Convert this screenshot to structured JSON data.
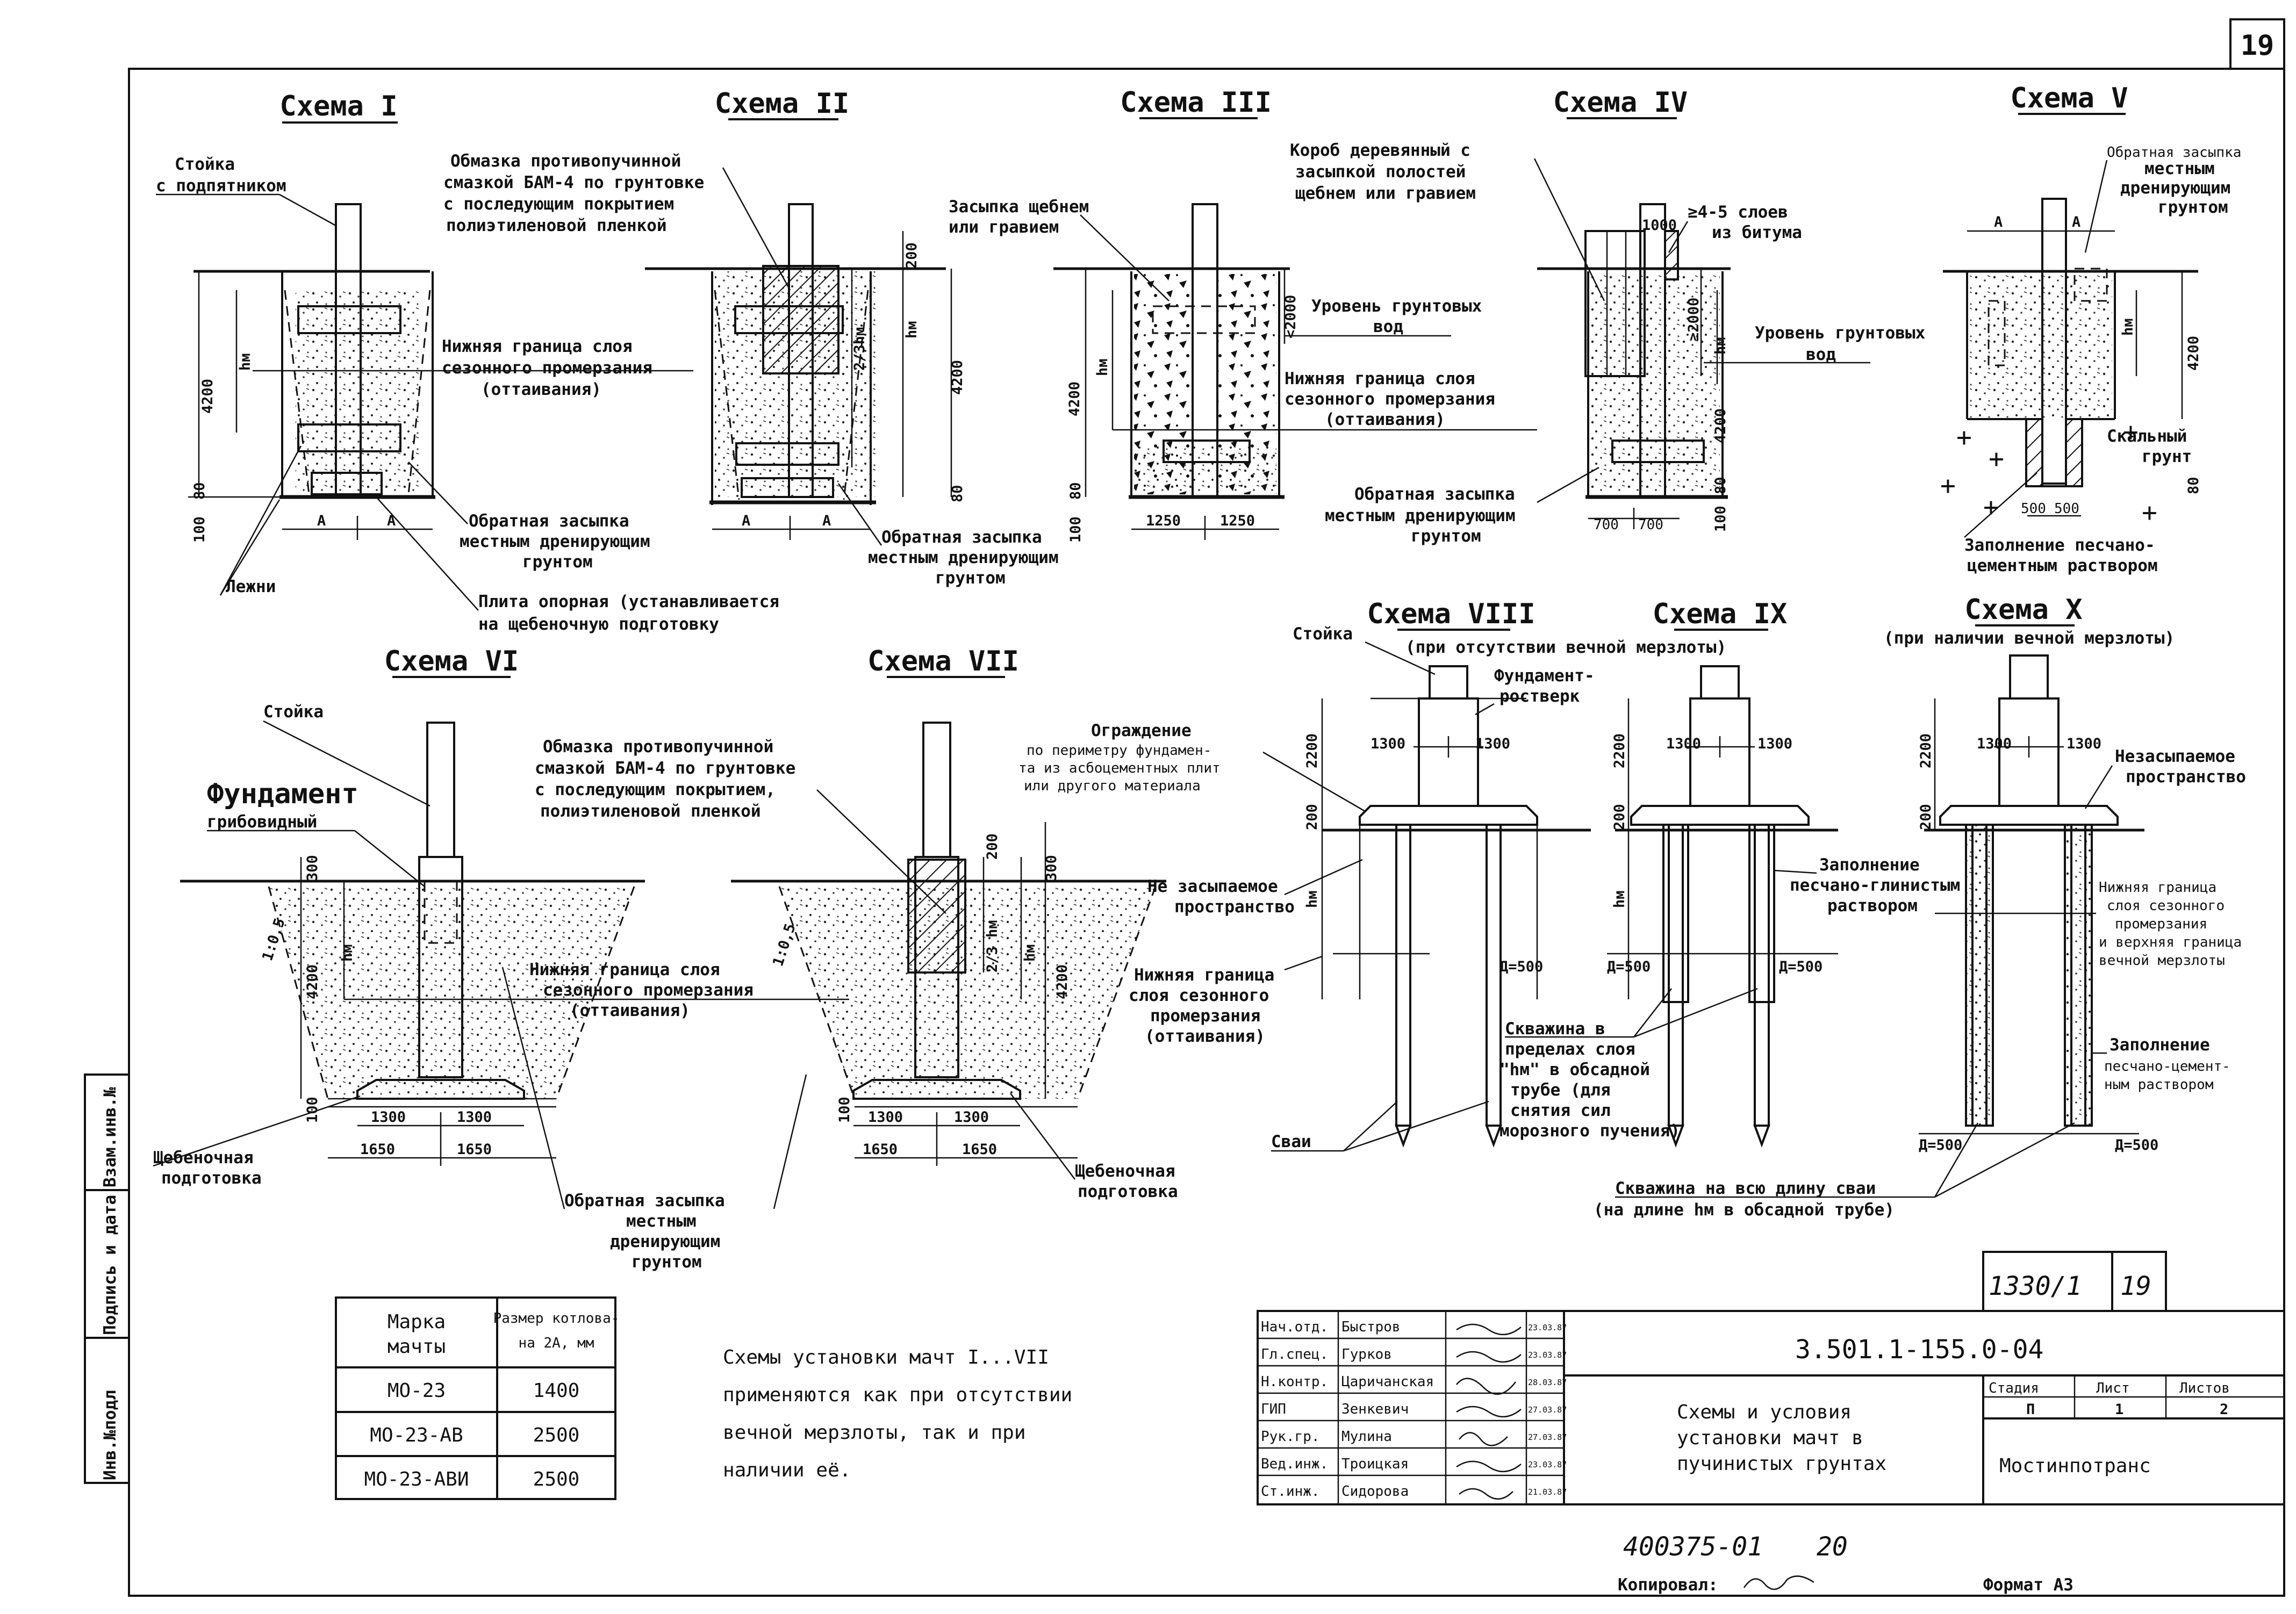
{
  "sheet": {
    "page_number": "19",
    "doc_number": "3.501.1-155.0-04",
    "handwritten_ref": "1330/1",
    "handwritten_page": "19",
    "bottom_code": "400375-01",
    "bottom_num": "20",
    "copied_label": "Копировал:",
    "format_label": "Формат А3",
    "side_stamp": [
      "Инв.№подл",
      "Подпись и дата",
      "Взам.инв.№"
    ]
  },
  "schemes": {
    "s1": {
      "title": "Схема I",
      "labels": {
        "stoika": "Стойка",
        "stoika2": "с подпятником",
        "nizh1": "Нижняя граница слоя",
        "nizh2": "сезонного промерзания",
        "nizh3": "(оттаивания)",
        "obr1": "Обратная засыпка",
        "obr2": "местным дренирующим",
        "obr3": "грунтом",
        "lezhen": "Лежни",
        "plita1": "Плита опорная (устанавливается",
        "plita2": "на щебеночную подготовку"
      },
      "dims": {
        "h": "4200",
        "hm": "hм",
        "b1": "100",
        "b2": "80",
        "a1": "А",
        "a2": "А"
      }
    },
    "s2": {
      "title": "Схема II",
      "labels": {
        "l1": "Обмазка противопучинной",
        "l2": "смазкой БАМ-4 по грунтовке",
        "l3": "с последующим покрытием",
        "l4": "полиэтиленовой пленкой",
        "obr1": "Обратная засыпка",
        "obr2": "местным дренирующим",
        "obr3": "грунтом"
      },
      "dims": {
        "top": "200",
        "hm3": "2/3hм",
        "hm": "hм",
        "h": "4200",
        "b": "80",
        "a1": "А",
        "a2": "А"
      }
    },
    "s3": {
      "title": "Схема III",
      "labels": {
        "z1": "Засыпка щебнем",
        "z2": "или гравием",
        "u1": "Уровень грунтовых",
        "u2": "вод",
        "n1": "Нижняя граница слоя",
        "n2": "сезонного промерзания",
        "n3": "(оттаивания)"
      },
      "dims": {
        "h": "4200",
        "hm": "hм",
        "lt": "<2000",
        "b1": "100",
        "b2": "80",
        "w1": "1250",
        "w2": "1250"
      }
    },
    "s4": {
      "title": "Схема IV",
      "labels": {
        "k1": "Короб деревянный с",
        "k2": "засыпкой полостей",
        "k3": "щебнем или гравием",
        "s1": "≥4-5 слоев",
        "s2": "из битума",
        "u1": "Уровень грунтовых",
        "u2": "вод",
        "o1": "Обратная засыпка",
        "o2": "местным дренирующим",
        "o3": "грунтом"
      },
      "dims": {
        "top": "1000",
        "ge": "≥2000",
        "hm": "hм",
        "h": "4200",
        "b1": "80",
        "b2": "100",
        "w1": "700",
        "w2": "700"
      }
    },
    "s5": {
      "title": "Схема V",
      "labels": {
        "o1": "Обратная засыпка",
        "o2": "местным",
        "o3": "дренирующим",
        "o4": "грунтом",
        "sk1": "Скальный",
        "sk2": "грунт",
        "z1": "Заполнение песчано-",
        "z2": "цементным раствором"
      },
      "dims": {
        "a1": "А",
        "a2": "А",
        "hm": "hм",
        "h": "4200",
        "b": "80",
        "w1": "500",
        "w2": "500"
      }
    },
    "s6": {
      "title": "Схема VI",
      "labels": {
        "st": "Стойка",
        "f1": "Фундамент",
        "f2": "грибовидный",
        "n1": "Нижняя граница слоя",
        "n2": "сезонного промерзания",
        "n3": "(оттаивания)",
        "sh1": "Щебеночная",
        "sh2": "подготовка",
        "o1": "Обратная засыпка",
        "o2": "местным",
        "o3": "дренирующим",
        "o4": "грунтом"
      },
      "dims": {
        "top": "300",
        "slope": "1:0,5",
        "hm": "hм",
        "h": "4200",
        "b": "100",
        "w1": "1300",
        "w2": "1300",
        "w3": "1650",
        "w4": "1650"
      }
    },
    "s7": {
      "title": "Схема VII",
      "labels": {
        "l1": "Обмазка противопучинной",
        "l2": "смазкой БАМ-4 по грунтовке",
        "l3": "с последующим покрытием,",
        "l4": "полиэтиленовой пленкой",
        "sh1": "Щебеночная",
        "sh2": "подготовка"
      },
      "dims": {
        "t1": "300",
        "t2": "200",
        "slope": "1:0,5",
        "hm3": "2/3 hм",
        "hm": "hм",
        "h": "4200",
        "b": "100",
        "w1": "1300",
        "w2": "1300",
        "w3": "1650",
        "w4": "1650"
      }
    },
    "s8": {
      "title": "Схема VIII",
      "subtitle": "(при отсутствии вечной мерзлоты)",
      "labels": {
        "st": "Стойка",
        "fr1": "Фундамент-",
        "fr2": "ростверк",
        "og1": "Ограждение",
        "og2": "по периметру фундамен-",
        "og3": "та из асбоцементных плит",
        "og4": "или другого материала",
        "nz1": "Не засыпаемое",
        "nz2": "пространство",
        "n1": "Нижняя граница",
        "n2": "слоя сезонного",
        "n3": "промерзания",
        "n4": "(оттаивания)",
        "svai": "Сваи"
      },
      "dims": {
        "h1": "2200",
        "h2": "200",
        "hm": "hм",
        "w1": "1300",
        "w2": "1300",
        "d": "Д=500"
      }
    },
    "s9": {
      "title": "Схема IX",
      "labels": {
        "z1": "Заполнение",
        "z2": "песчано-глинистым",
        "z3": "раствором",
        "c1": "Скважина в",
        "c2": "пределах слоя",
        "c3": "\"hм\" в обсадной",
        "c4": "трубе (для",
        "c5": "снятия сил",
        "c6": "морозного пучения)"
      },
      "dims": {
        "h1": "2200",
        "h2": "200",
        "hm": "hм",
        "w1": "1300",
        "w2": "1300",
        "d1": "Д=500",
        "d2": "Д=500"
      }
    },
    "s10": {
      "title": "Схема X",
      "subtitle": "(при наличии вечной мерзлоты)",
      "labels": {
        "nz1": "Незасыпаемое",
        "nz2": "пространство",
        "n1": "Нижняя граница",
        "n2": "слоя сезонного",
        "n3": "промерзания",
        "n4": "и верхняя граница",
        "n5": "вечной мерзлоты",
        "z1": "Заполнение",
        "z2": "песчано-цемент-",
        "z3": "ным раствором",
        "sk1": "Скважина на всю длину сваи",
        "sk2": "(на длине hм в обсадной трубе)"
      },
      "dims": {
        "h1": "2200",
        "h2": "200",
        "w1": "1300",
        "w2": "1300",
        "d1": "Д=500",
        "d2": "Д=500"
      }
    }
  },
  "mast_table": {
    "headers": [
      "Марка мачты",
      "Размер котлована 2А, мм"
    ],
    "rows": [
      [
        "МО-23",
        "1400"
      ],
      [
        "МО-23-АВ",
        "2500"
      ],
      [
        "МО-23-АВИ",
        "2500"
      ]
    ]
  },
  "note": {
    "lines": [
      "Схемы установки мачт I...VII",
      "применяются как при отсутствии",
      "вечной мерзлоты, так и при",
      "наличии её."
    ]
  },
  "title_block": {
    "staff": [
      {
        "role": "Нач.отд.",
        "name": "Быстров",
        "date": "23.03.87"
      },
      {
        "role": "Гл.спец.",
        "name": "Гурков",
        "date": "23.03.87"
      },
      {
        "role": "Н.контр.",
        "name": "Царичанская",
        "date": "28.03.87"
      },
      {
        "role": "ГИП",
        "name": "Зенкевич",
        "date": "27.03.87"
      },
      {
        "role": "Рук.гр.",
        "name": "Мулина",
        "date": "27.03.87"
      },
      {
        "role": "Вед.инж.",
        "name": "Троицкая",
        "date": "23.03.87"
      },
      {
        "role": "Ст.инж.",
        "name": "Сидорова",
        "date": "21.03.87"
      }
    ],
    "sheet_title": [
      "Схемы и условия",
      "установки мачт в",
      "пучинистых грунтах"
    ],
    "stage_h": "Стадия",
    "sheet_h": "Лист",
    "sheets_h": "Листов",
    "stage": "П",
    "sheet": "1",
    "sheets": "2",
    "org": "Мостинпотранс"
  }
}
